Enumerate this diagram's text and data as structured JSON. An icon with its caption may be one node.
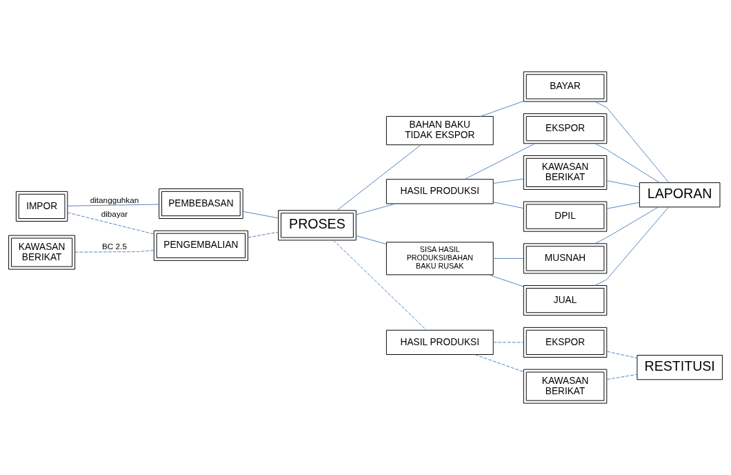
{
  "diagram": {
    "nodes": [
      {
        "text": [
          "IMPOR"
        ]
      },
      {
        "text": [
          "PEMBEBASAN"
        ]
      },
      {
        "text": [
          "PENGEMBALIAN"
        ]
      },
      {
        "text": [
          "KAWASAN BERIKAT"
        ]
      },
      {
        "text": [
          "PROSES"
        ]
      },
      {
        "text": [
          "BAHAN BAKU TIDAK EKSPOR"
        ]
      },
      {
        "text": [
          "HASIL PRODUKSI"
        ]
      },
      {
        "text": [
          "SISA HASIL PRODUKSI/BAHAN BAKU RUSAK"
        ]
      },
      {
        "text": [
          "HASIL PRODUKSI"
        ]
      },
      {
        "text": [
          "BAYAR"
        ]
      },
      {
        "text": [
          "EKSPOR"
        ]
      },
      {
        "text": [
          "KAWASAN BERIKAT"
        ]
      },
      {
        "text": [
          "DPIL"
        ]
      },
      {
        "text": [
          "MUSNAH"
        ]
      },
      {
        "text": [
          "JUAL"
        ]
      },
      {
        "text": [
          "EKSPOR"
        ]
      },
      {
        "text": [
          "KAWASAN BERIKAT"
        ]
      },
      {
        "text": [
          "LAPORAN"
        ]
      },
      {
        "text": [
          "RESTITUSI"
        ]
      }
    ],
    "edges": [
      {
        "from": 0,
        "to": 1,
        "arrow": "none",
        "label": "ditangguhkan"
      },
      {
        "from": 0,
        "to": 2,
        "arrow": "none",
        "label": "dibayar",
        "style": "dashed"
      },
      {
        "from": 3,
        "to": 2,
        "arrow": "none",
        "label": "BC 2.5",
        "style": "dashed"
      },
      {
        "from": 1,
        "to": 4,
        "arrow": "none"
      },
      {
        "from": 2,
        "to": 4,
        "arrow": "none",
        "style": "dashed"
      },
      {
        "from": 4,
        "to": 5,
        "arrow": "none"
      },
      {
        "from": 4,
        "to": 6,
        "arrow": "none"
      },
      {
        "from": 4,
        "to": 7,
        "arrow": "none"
      },
      {
        "from": 4,
        "to": 8,
        "arrow": "none",
        "style": "dashed"
      },
      {
        "from": 5,
        "to": 9,
        "arrow": "none"
      },
      {
        "from": 6,
        "to": 10,
        "arrow": "none"
      },
      {
        "from": 6,
        "to": 11,
        "arrow": "none"
      },
      {
        "from": 6,
        "to": 12,
        "arrow": "none"
      },
      {
        "from": 7,
        "to": 13,
        "arrow": "none"
      },
      {
        "from": 7,
        "to": 14,
        "arrow": "none"
      },
      {
        "from": 8,
        "to": 15,
        "arrow": "none",
        "style": "dashed"
      },
      {
        "from": 8,
        "to": 16,
        "arrow": "none",
        "style": "dashed"
      },
      {
        "from": 9,
        "to": 17,
        "arrow": "none"
      },
      {
        "from": 10,
        "to": 17,
        "arrow": "none"
      },
      {
        "from": 11,
        "to": 17,
        "arrow": "none"
      },
      {
        "from": 12,
        "to": 17,
        "arrow": "none"
      },
      {
        "from": 13,
        "to": 17,
        "arrow": "none"
      },
      {
        "from": 14,
        "to": 17,
        "arrow": "none"
      },
      {
        "from": 15,
        "to": 18,
        "arrow": "none",
        "style": "dashed"
      },
      {
        "from": 16,
        "to": 18,
        "arrow": "none",
        "style": "dashed"
      }
    ]
  }
}
